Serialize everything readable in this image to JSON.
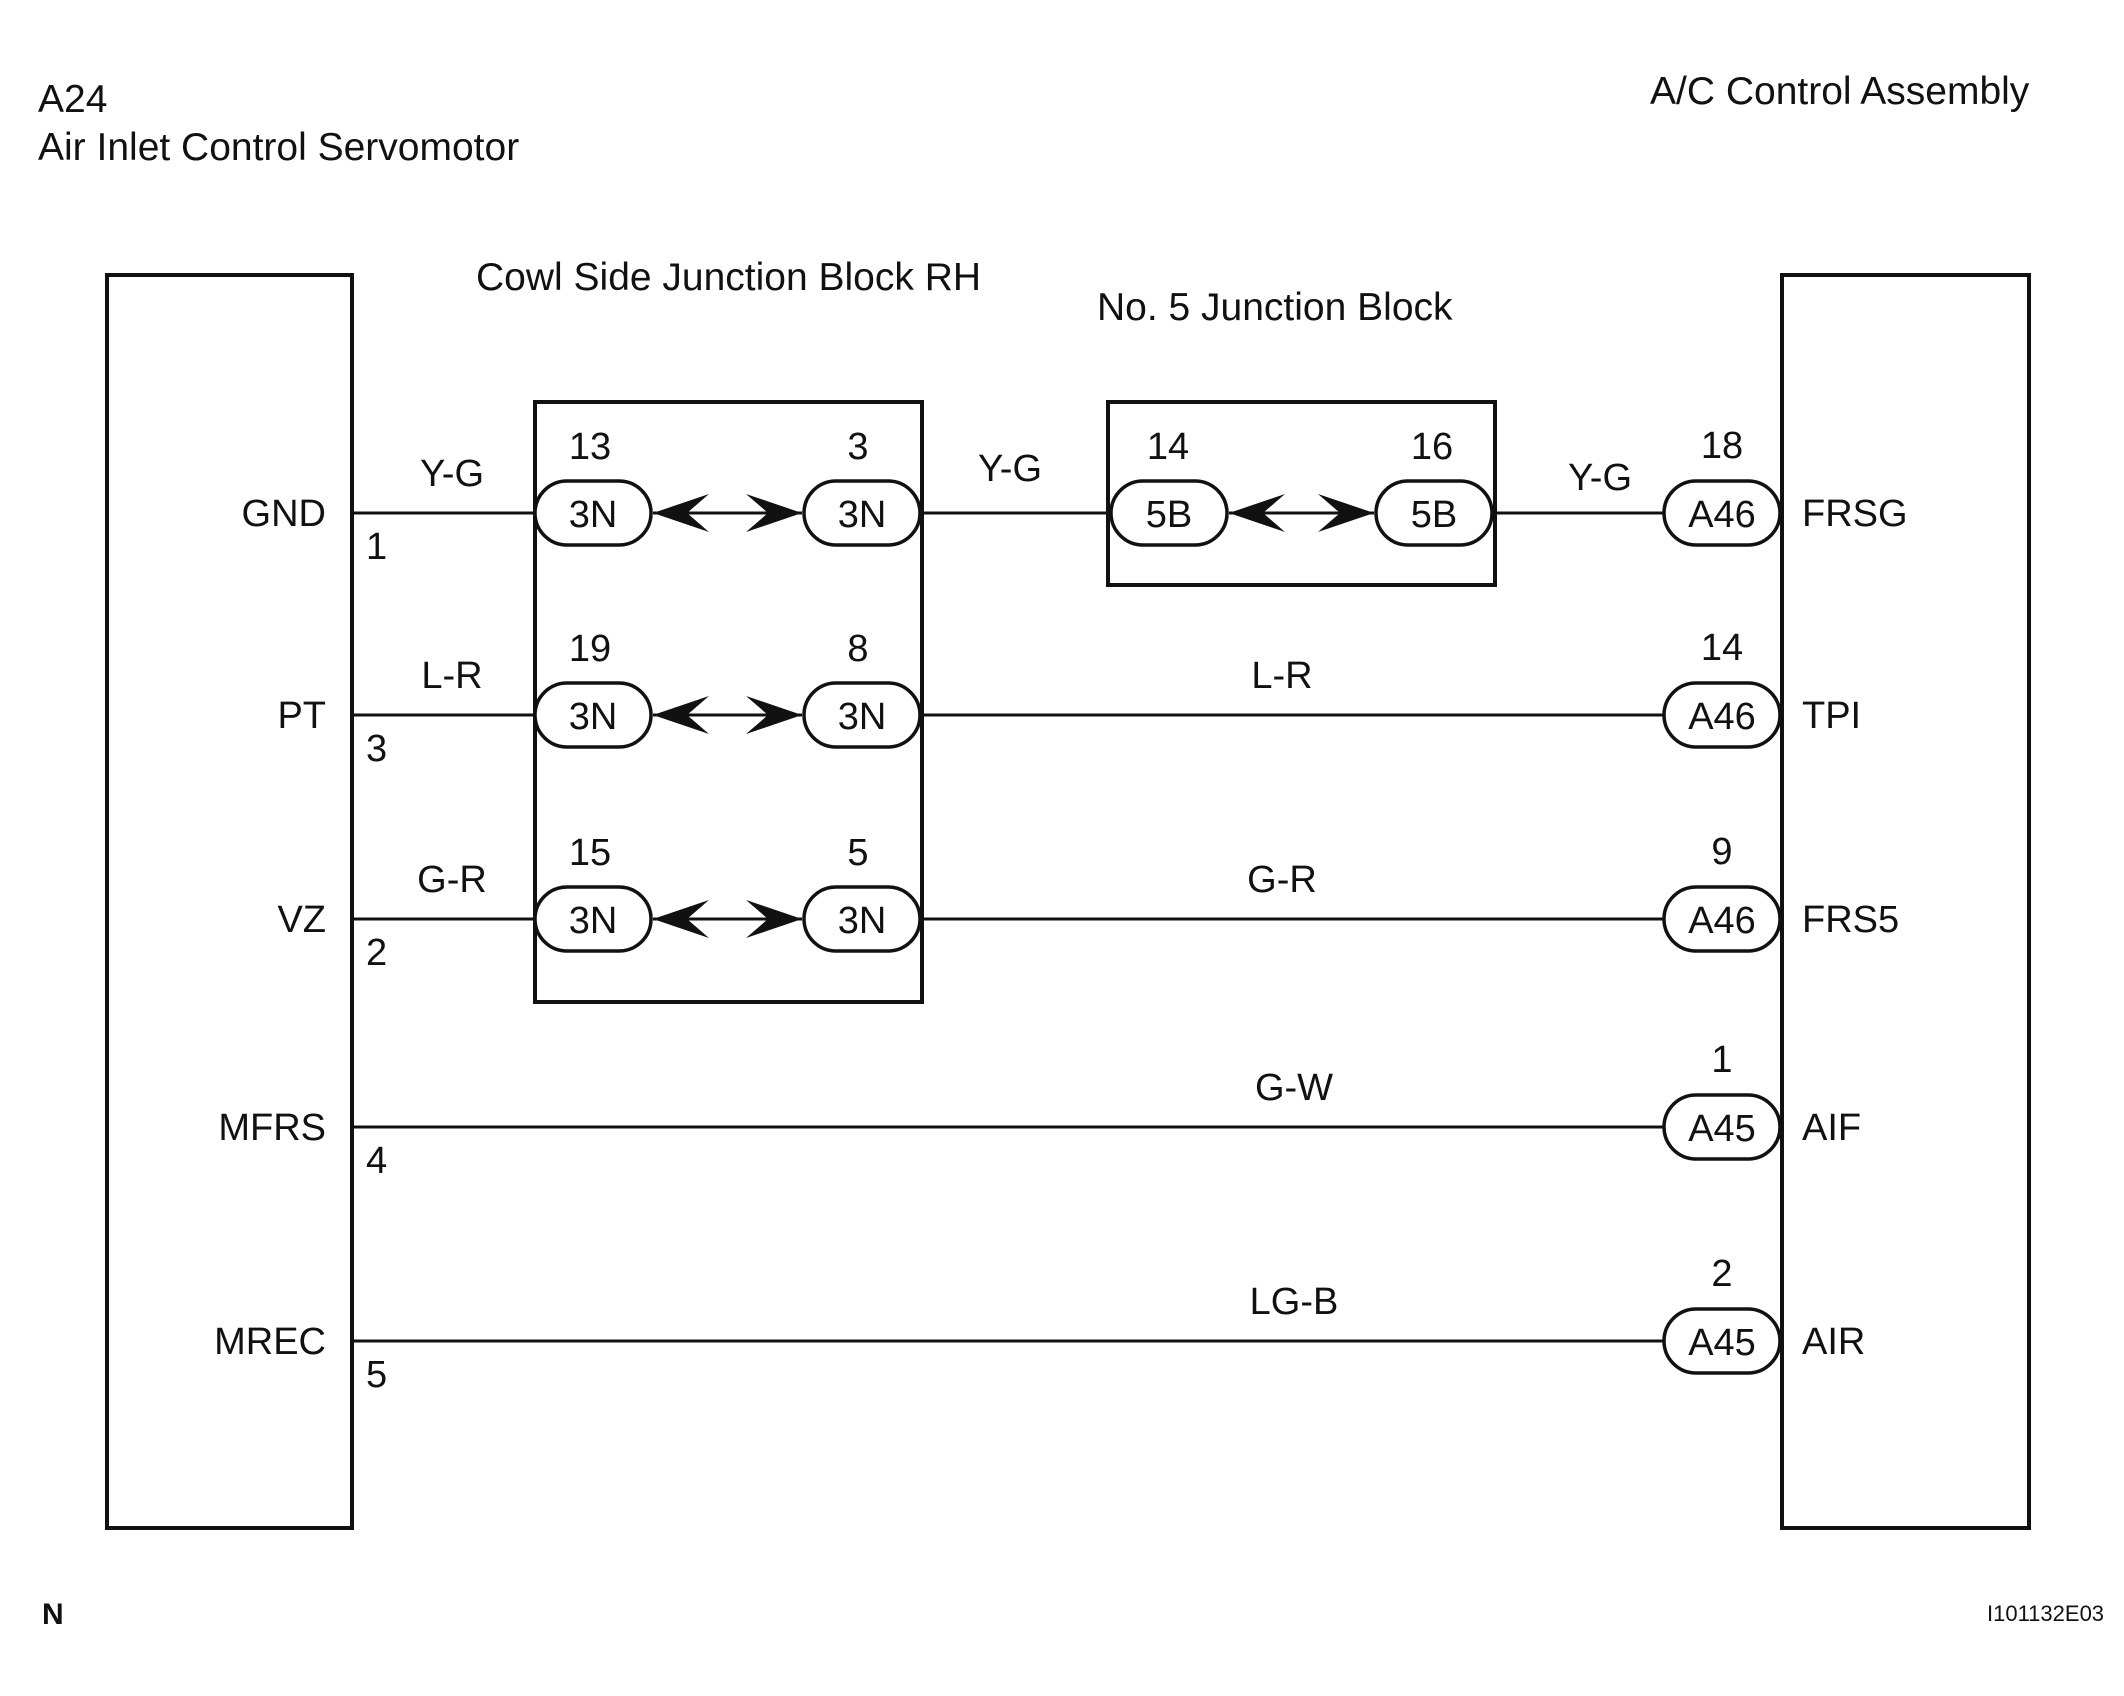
{
  "left_component": {
    "code": "A24",
    "name": "Air Inlet Control Servomotor"
  },
  "right_component": {
    "name": "A/C Control Assembly"
  },
  "junction_blocks": [
    {
      "name": "Cowl Side Junction Block RH"
    },
    {
      "name": "No. 5 Junction Block"
    }
  ],
  "wires": [
    {
      "left_terminal": "GND",
      "left_pin": "1",
      "segments": [
        {
          "color": "Y-G"
        },
        {
          "color": "Y-G"
        },
        {
          "color": "Y-G"
        }
      ],
      "cowl": {
        "in_pin": "13",
        "in_conn": "3N",
        "out_pin": "3",
        "out_conn": "3N"
      },
      "jb5": {
        "in_pin": "14",
        "in_conn": "5B",
        "out_pin": "16",
        "out_conn": "5B"
      },
      "right_pin": "18",
      "right_conn": "A46",
      "right_terminal": "FRSG"
    },
    {
      "left_terminal": "PT",
      "left_pin": "3",
      "segments": [
        {
          "color": "L-R"
        },
        {
          "color": "L-R"
        }
      ],
      "cowl": {
        "in_pin": "19",
        "in_conn": "3N",
        "out_pin": "8",
        "out_conn": "3N"
      },
      "right_pin": "14",
      "right_conn": "A46",
      "right_terminal": "TPI"
    },
    {
      "left_terminal": "VZ",
      "left_pin": "2",
      "segments": [
        {
          "color": "G-R"
        },
        {
          "color": "G-R"
        }
      ],
      "cowl": {
        "in_pin": "15",
        "in_conn": "3N",
        "out_pin": "5",
        "out_conn": "3N"
      },
      "right_pin": "9",
      "right_conn": "A46",
      "right_terminal": "FRS5"
    },
    {
      "left_terminal": "MFRS",
      "left_pin": "4",
      "segments": [
        {
          "color": "G-W"
        }
      ],
      "right_pin": "1",
      "right_conn": "A45",
      "right_terminal": "AIF"
    },
    {
      "left_terminal": "MREC",
      "left_pin": "5",
      "segments": [
        {
          "color": "LG-B"
        }
      ],
      "right_pin": "2",
      "right_conn": "A45",
      "right_terminal": "AIR"
    }
  ],
  "footer": {
    "left_mark": "N",
    "figure_id": "I101132E03"
  }
}
